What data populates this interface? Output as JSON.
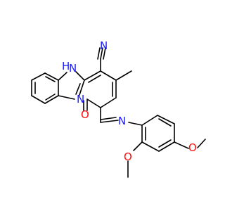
{
  "colors": {
    "carbon": "#000000",
    "nitrogen": "#1a1aff",
    "oxygen": "#ff0d0d",
    "background": "#ffffff"
  },
  "atoms": {
    "nh_n": "N",
    "nh_h": "H",
    "nitrile_n": "N",
    "ring_n": "N",
    "carbonyl_o": "O",
    "imine_n": "N",
    "ome1_o": "O",
    "ome2_o": "O"
  }
}
